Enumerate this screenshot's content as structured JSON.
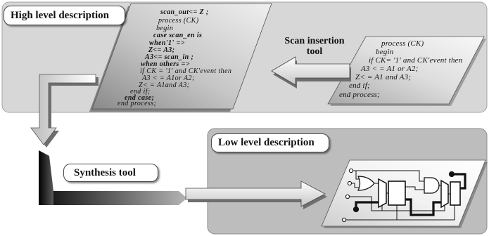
{
  "high_level": {
    "label": "High level description",
    "scan_code": [
      "scan_out<= Z ;",
      "process (CK)",
      "begin",
      "case scan_en is",
      "when'1' =>",
      "Z<= A3;",
      "A3<= scan_in ;",
      "when others =>",
      "if CK = '1' and CK'event then",
      "A3 < = A1or A2;",
      "Z< = A1and A3;",
      "end if;",
      "end case;",
      "end process;"
    ],
    "original_code": [
      "process (CK)",
      "begin",
      "if CK= '1' and CK'event then",
      "A3 < = A1 or A2;",
      "Z< = A1 and A3;",
      "end if;",
      "end process;"
    ]
  },
  "scan_insertion_tool": {
    "label": "Scan insertion tool"
  },
  "synthesis_tool": {
    "label": "Synthesis tool"
  },
  "low_level": {
    "label": "Low level description"
  },
  "colors": {
    "high_level_panel": "#d7d7d7",
    "low_level_panel": "#bdbdbd",
    "label_background": "#ffffff",
    "text": "#111111"
  }
}
